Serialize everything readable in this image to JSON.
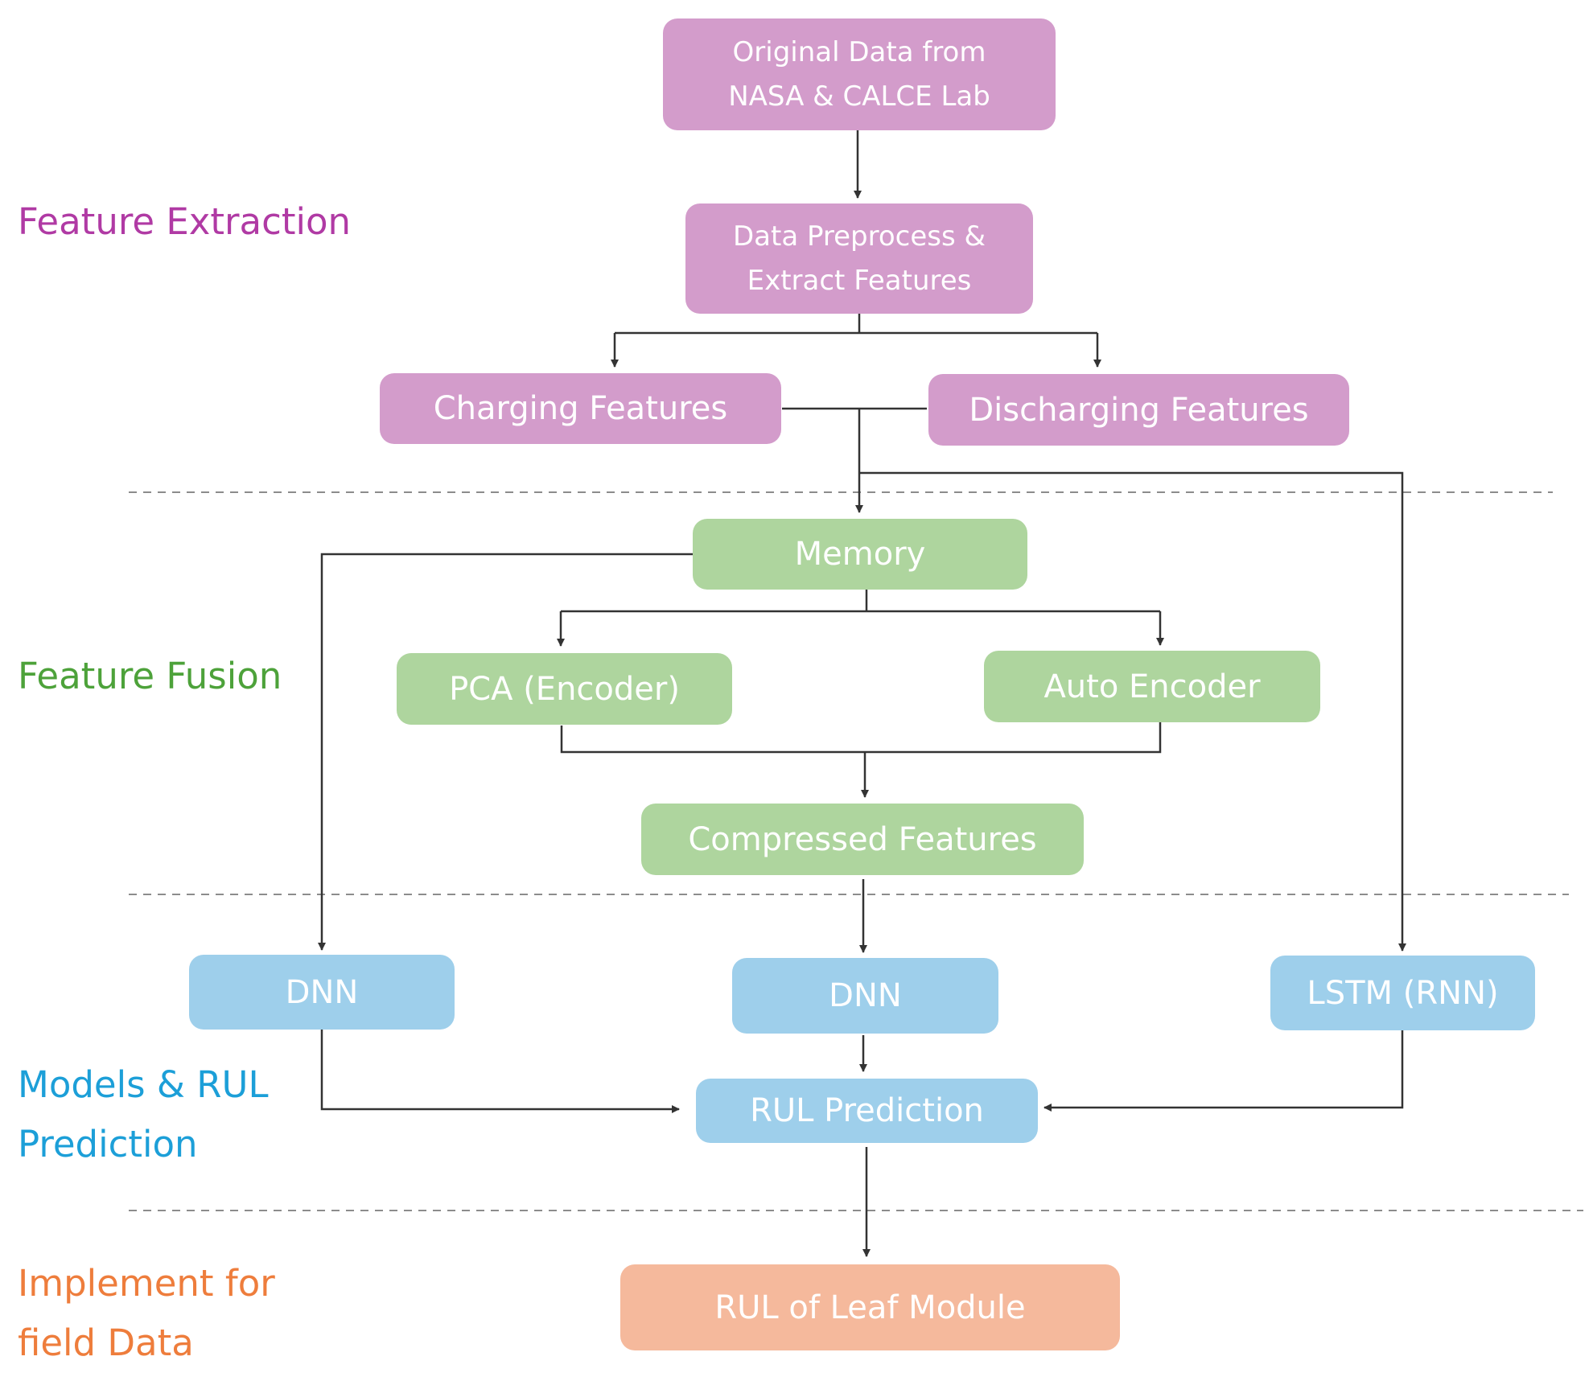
{
  "colors": {
    "extraction": "#d39ccb",
    "fusion": "#aed59e",
    "models": "#9ecfeb",
    "implement": "#f5b99c",
    "label_extraction": "#b03aa4",
    "label_fusion": "#4da23a",
    "label_models": "#1c9fd8",
    "label_implement": "#ee7d3c",
    "line": "#333333",
    "divider": "#8c8c8c"
  },
  "stages": {
    "feature_extraction": "Feature Extraction",
    "feature_fusion": "Feature Fusion",
    "models_rul": "Models & RUL\nPrediction",
    "implement": "Implement for\nfield Data"
  },
  "nodes": {
    "original_data": "Original Data from\nNASA & CALCE Lab",
    "preprocess": "Data Preprocess &\nExtract Features",
    "charging": "Charging Features",
    "discharging": "Discharging Features",
    "memory": "Memory",
    "pca": "PCA (Encoder)",
    "autoencoder": "Auto Encoder",
    "compressed": "Compressed Features",
    "dnn_left": "DNN",
    "dnn_center": "DNN",
    "lstm": "LSTM (RNN)",
    "rul_prediction": "RUL Prediction",
    "rul_leaf": "RUL of Leaf Module"
  }
}
